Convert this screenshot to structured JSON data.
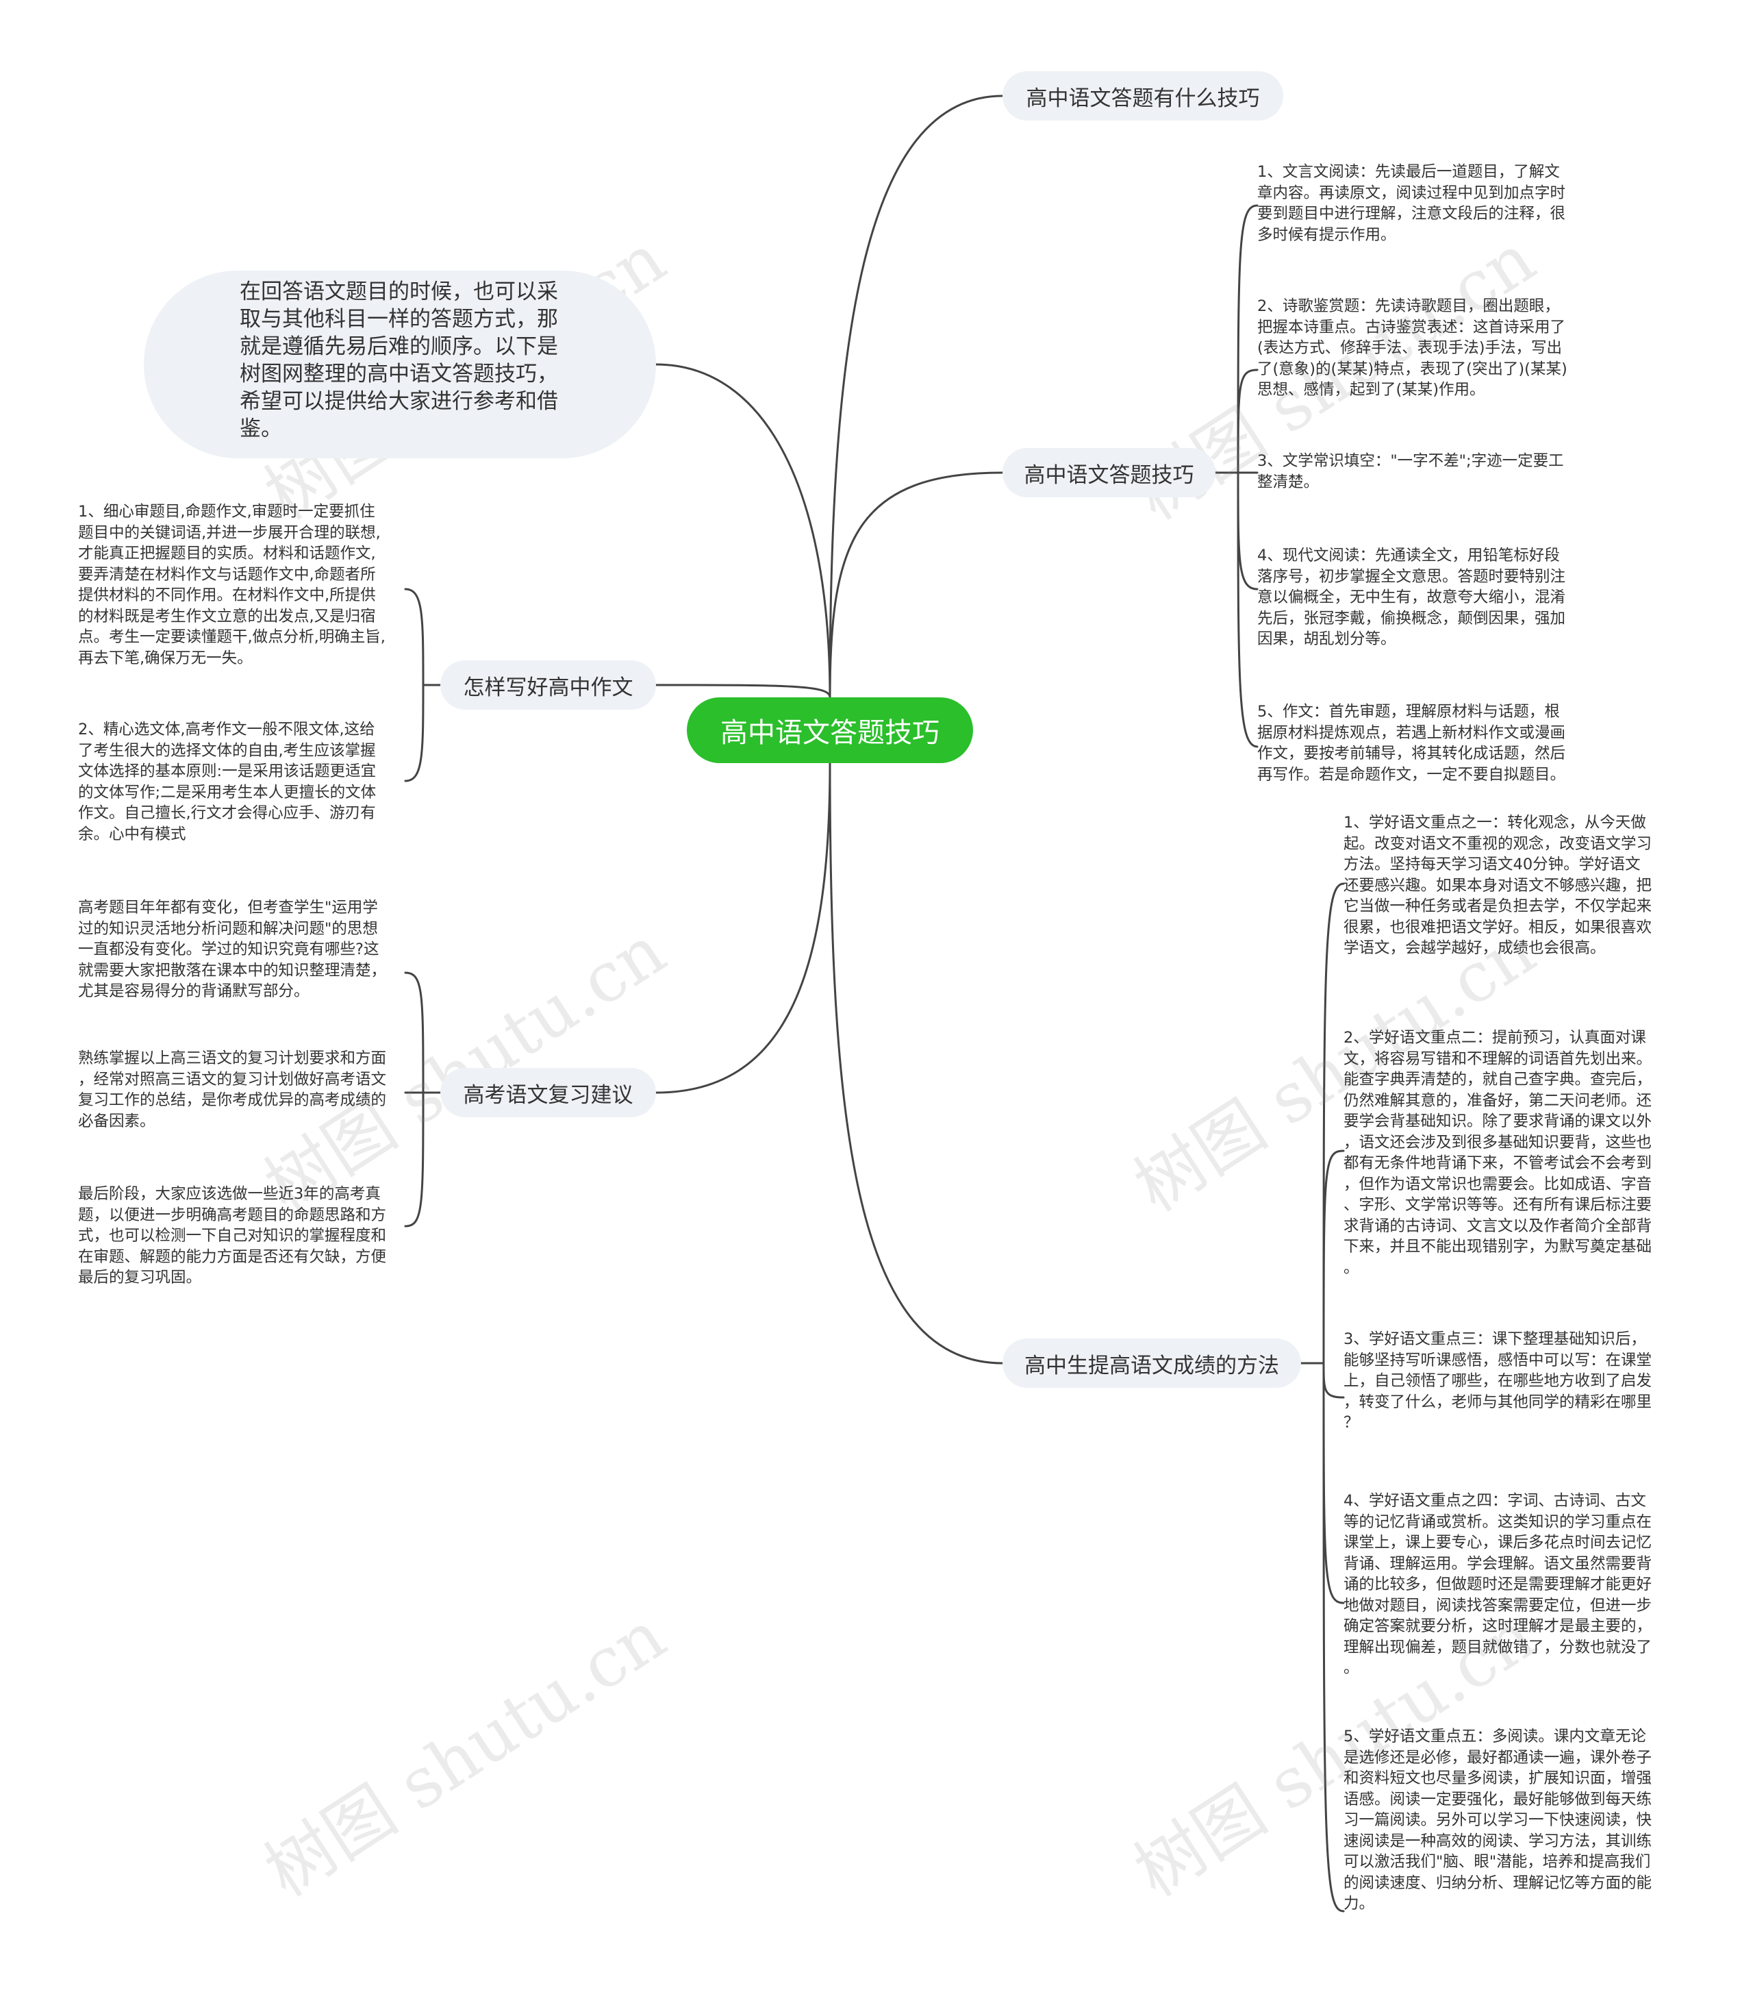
{
  "root": {
    "label": "高中语文答题技巧"
  },
  "intro": {
    "text": "在回答语文题目的时候，也可以采取与其他科目一样的答题方式，那就是遵循先易后难的顺序。以下是树图网整理的高中语文答题技巧，希望可以提供给大家进行参考和借鉴。"
  },
  "branches": {
    "what_skills": {
      "label": "高中语文答题有什么技巧"
    },
    "skills": {
      "label": "高中语文答题技巧",
      "items": [
        "1、文言文阅读：先读最后一道题目，了解文\n章内容。再读原文，阅读过程中见到加点字时\n要到题目中进行理解，注意文段后的注释，很\n多时候有提示作用。",
        "2、诗歌鉴赏题：先读诗歌题目，圈出题眼，\n把握本诗重点。古诗鉴赏表述：这首诗采用了\n(表达方式、修辞手法、表现手法)手法，写出\n了(意象)的(某某)特点，表现了(突出了)(某某)\n思想、感情，起到了(某某)作用。",
        "3、文学常识填空：\"一字不差\";字迹一定要工\n整清楚。",
        "4、现代文阅读：先通读全文，用铅笔标好段\n落序号，初步掌握全文意思。答题时要特别注\n意以偏概全，无中生有，故意夸大缩小，混淆\n先后，张冠李戴，偷换概念，颠倒因果，强加\n因果，胡乱划分等。",
        "5、作文：首先审题，理解原材料与话题，根\n据原材料提炼观点，若遇上新材料作文或漫画\n作文，要按考前辅导，将其转化成话题，然后\n再写作。若是命题作文，一定不要自拟题目。"
      ]
    },
    "composition": {
      "label": "怎样写好高中作文",
      "items": [
        "1、细心审题目,命题作文,审题时一定要抓住\n题目中的关键词语,并进一步展开合理的联想,\n才能真正把握题目的实质。材料和话题作文,\n要弄清楚在材料作文与话题作文中,命题者所\n提供材料的不同作用。在材料作文中,所提供\n的材料既是考生作文立意的出发点,又是归宿\n点。考生一定要读懂题干,做点分析,明确主旨,\n再去下笔,确保万无一失。",
        "2、精心选文体,高考作文一般不限文体,这给\n了考生很大的选择文体的自由,考生应该掌握\n文体选择的基本原则:一是采用该话题更适宜\n的文体写作;二是采用考生本人更擅长的文体\n作文。自己擅长,行文才会得心应手、游刃有\n余。心中有模式"
      ]
    },
    "review": {
      "label": "高考语文复习建议",
      "items": [
        "高考题目年年都有变化，但考查学生\"运用学\n过的知识灵活地分析问题和解决问题\"的思想\n一直都没有变化。学过的知识究竟有哪些?这\n就需要大家把散落在课本中的知识整理清楚，\n尤其是容易得分的背诵默写部分。",
        "熟练掌握以上高三语文的复习计划要求和方面\n，经常对照高三语文的复习计划做好高考语文\n复习工作的总结，是你考成优异的高考成绩的\n必备因素。",
        "最后阶段，大家应该选做一些近3年的高考真\n题，以便进一步明确高考题目的命题思路和方\n式，也可以检测一下自己对知识的掌握程度和\n在审题、解题的能力方面是否还有欠缺，方便\n最后的复习巩固。"
      ]
    },
    "methods": {
      "label": "高中生提高语文成绩的方法",
      "items": [
        "1、学好语文重点之一：转化观念，从今天做\n起。改变对语文不重视的观念，改变语文学习\n方法。坚持每天学习语文40分钟。学好语文\n还要感兴趣。如果本身对语文不够感兴趣，把\n它当做一种任务或者是负担去学，不仅学起来\n很累，也很难把语文学好。相反，如果很喜欢\n学语文，会越学越好，成绩也会很高。",
        "2、学好语文重点二：提前预习，认真面对课\n文，将容易写错和不理解的词语首先划出来。\n能查字典弄清楚的，就自己查字典。查完后，\n仍然难解其意的，准备好，第二天问老师。还\n要学会背基础知识。除了要求背诵的课文以外\n，语文还会涉及到很多基础知识要背，这些也\n都有无条件地背诵下来，不管考试会不会考到\n，但作为语文常识也需要会。比如成语、字音\n、字形、文学常识等等。还有所有课后标注要\n求背诵的古诗词、文言文以及作者简介全部背\n下来，并且不能出现错别字，为默写奠定基础\n。",
        "3、学好语文重点三：课下整理基础知识后，\n能够坚持写听课感悟，感悟中可以写：在课堂\n上，自己领悟了哪些，在哪些地方收到了启发\n，转变了什么，老师与其他同学的精彩在哪里\n？",
        "4、学好语文重点之四：字词、古诗词、古文\n等的记忆背诵或赏析。这类知识的学习重点在\n课堂上，课上要专心，课后多花点时间去记忆\n背诵、理解运用。学会理解。语文虽然需要背\n诵的比较多，但做题时还是需要理解才能更好\n地做对题目，阅读找答案需要定位，但进一步\n确定答案就要分析，这时理解才是最主要的，\n理解出现偏差，题目就做错了，分数也就没了\n。",
        "5、学好语文重点五：多阅读。课内文章无论\n是选修还是必修，最好都通读一遍，课外卷子\n和资料短文也尽量多阅读，扩展知识面，增强\n语感。阅读一定要强化，最好能够做到每天练\n习一篇阅读。另外可以学习一下快速阅读，快\n速阅读是一种高效的阅读、学习方法，其训练\n可以激活我们\"脑、眼\"潜能，培养和提高我们\n的阅读速度、归纳分析、理解记忆等方面的能\n力。"
      ]
    }
  },
  "watermark": "树图 shutu.cn",
  "colors": {
    "root": "#2bbf2b",
    "branch_bg": "#eef1f5",
    "line": "#444444"
  }
}
